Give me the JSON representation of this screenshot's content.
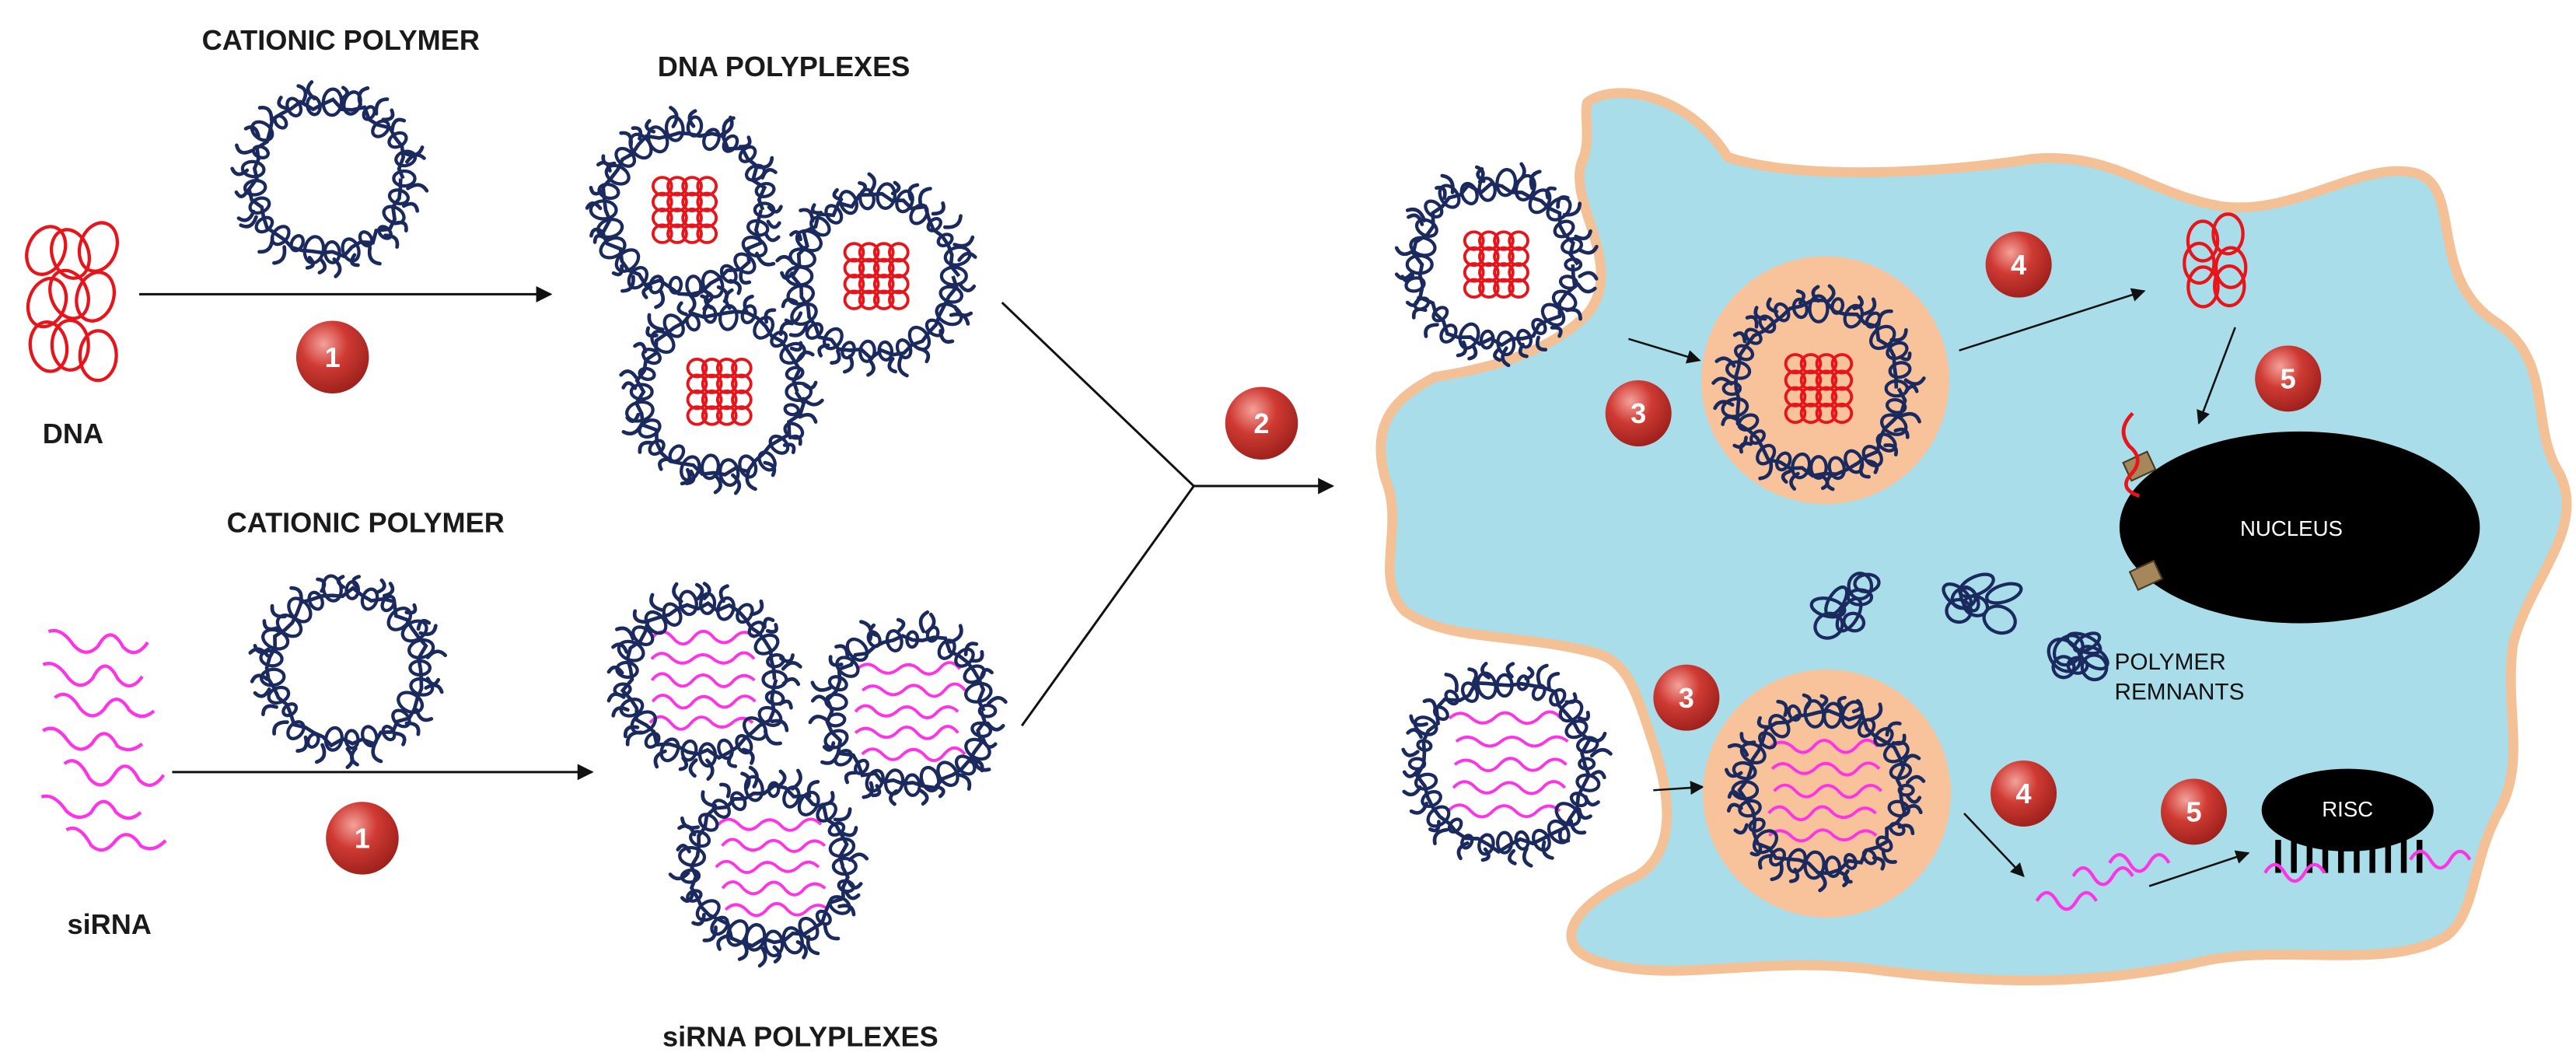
{
  "labels": {
    "cationic_polymer_top": "CATIONIC POLYMER",
    "cationic_polymer_bottom": "CATIONIC POLYMER",
    "dna": "DNA",
    "sirna": "siRNA",
    "dna_polyplexes": "DNA POLYPLEXES",
    "sirna_polyplexes": "siRNA POLYPLEXES",
    "nucleus": "NUCLEUS",
    "risc": "RISC",
    "polymer_remnants_1": "POLYMER",
    "polymer_remnants_2": "REMNANTS"
  },
  "steps": {
    "s1_top": "1",
    "s1_bottom": "1",
    "s2": "2",
    "s3_top": "3",
    "s3_bottom": "3",
    "s4_top": "4",
    "s4_bottom": "4",
    "s5_top": "5",
    "s5_bottom": "5"
  },
  "colors": {
    "polymer": "#1b2a5e",
    "dna": "#e8141a",
    "sirna": "#ff33e6",
    "cell_fill": "#a9dde9",
    "cell_border": "#f4c196",
    "endosome": "#f8c39b",
    "badge": "#c0302b",
    "nucleus": "#000000",
    "pore": "#a5875b"
  }
}
